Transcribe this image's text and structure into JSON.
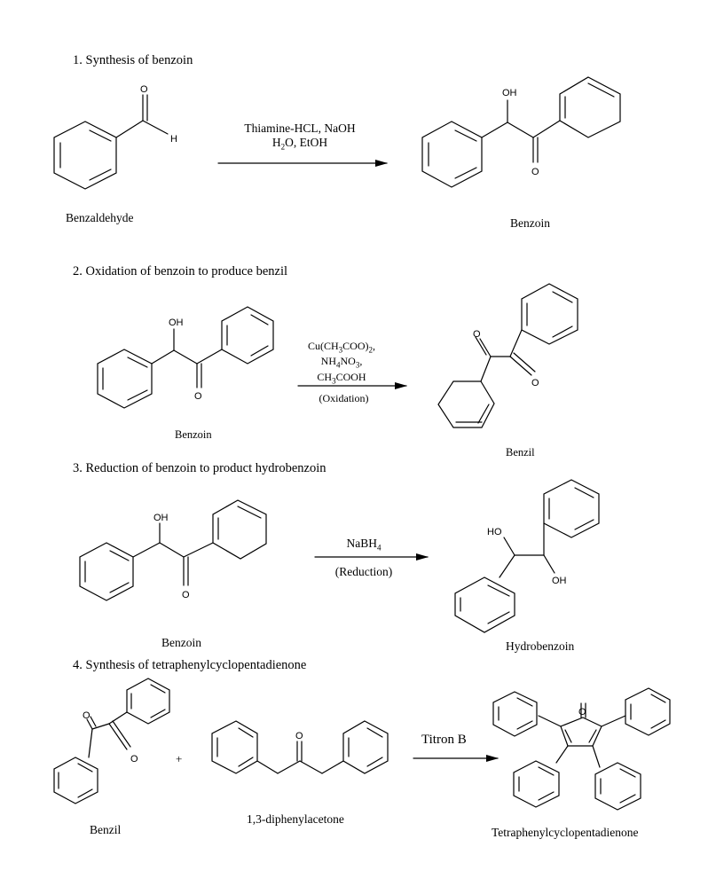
{
  "sections": [
    {
      "title": "1. Synthesis of benzoin",
      "reactant": "Benzaldehyde",
      "product": "Benzoin",
      "reagent_line1": "Thiamine-HCL, NaOH",
      "reagent_line2": "H2O, EtOH"
    },
    {
      "title": "2. Oxidation of benzoin to produce benzil",
      "reactant": "Benzoin",
      "product": "Benzil",
      "reagent_line1": "Cu(CH3COO)2,",
      "reagent_line2": "NH4NO3,",
      "reagent_line3": "CH3COOH",
      "reagent_note": "(Oxidation)"
    },
    {
      "title": "3. Reduction of benzoin to product hydrobenzoin",
      "reactant": "Benzoin",
      "product": "Hydrobenzoin",
      "reagent_line1": "NaBH4",
      "reagent_note": "(Reduction)"
    },
    {
      "title": "4. Synthesis of tetraphenylcyclopentadienone",
      "reactant1": "Benzil",
      "plus": "+",
      "reactant2": "1,3-diphenylacetone",
      "reagent_line1": "Titron B",
      "product": "Tetraphenylcyclopentadienone"
    }
  ],
  "atom_labels": {
    "O": "O",
    "H": "H",
    "OH": "OH",
    "HO": "HO"
  }
}
